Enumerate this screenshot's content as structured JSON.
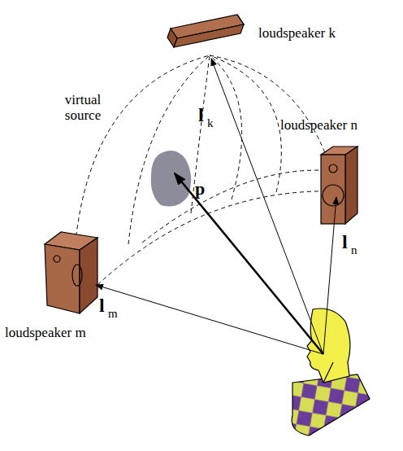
{
  "diagram": {
    "labels": [
      "loudspeaker k",
      "virtual source",
      "loudspeaker n",
      "l",
      "k",
      "p",
      "l",
      "n",
      "l",
      "m",
      "loudspeaker m"
    ]
  }
}
